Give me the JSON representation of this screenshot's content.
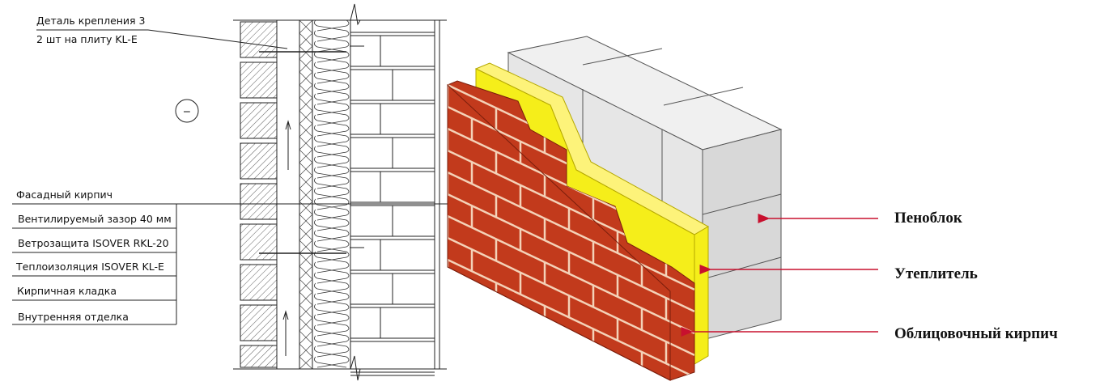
{
  "section": {
    "fastener_label_1": "Деталь крепления 3",
    "fastener_label_2": "2 шт на плиту KL-E",
    "zone_mark": "−",
    "layers": [
      "Фасадный кирпич",
      "Вентилируемый зазор 40 мм",
      "Ветрозащита ISOVER RKL-20",
      "Теплоизоляция ISOVER KL-E",
      "Кирпичная кладка",
      "Внутренняя отделка"
    ]
  },
  "view3d": {
    "labels": [
      "Пеноблок",
      "Утеплитель",
      "Облицовочный кирпич"
    ],
    "colors": {
      "brick": "#c23a1c",
      "insulation": "#f5ee1a",
      "block": "#e6e6e6",
      "arrow": "#c8102e"
    }
  }
}
